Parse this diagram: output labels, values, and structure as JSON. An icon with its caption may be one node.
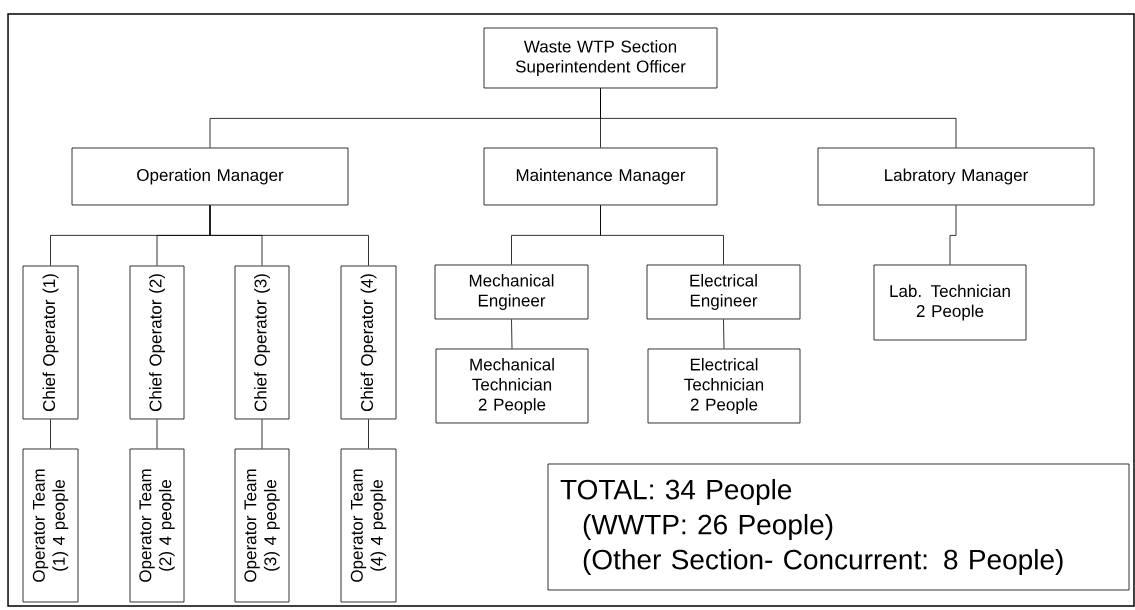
{
  "diagram": {
    "nodes": [
      {
        "text": [
          "Waste WTP Section Superintendent Officer"
        ]
      },
      {
        "text": [
          "Operation Manager"
        ]
      },
      {
        "text": [
          "Maintenance Manager"
        ]
      },
      {
        "text": [
          "Labratory Manager"
        ]
      },
      {
        "text": [
          "Chief Operator (1)"
        ]
      },
      {
        "text": [
          "Chief Operator (2)"
        ]
      },
      {
        "text": [
          "Chief Operator (3)"
        ]
      },
      {
        "text": [
          "Chief Operator (4)"
        ]
      },
      {
        "text": [
          "Mechanical Engineer"
        ]
      },
      {
        "text": [
          "Electrical Engineer"
        ]
      },
      {
        "text": [
          "Lab. Technician 2 People"
        ]
      },
      {
        "text": [
          "Operator Team (1) 4 people"
        ]
      },
      {
        "text": [
          "Operator Team (2) 4 people"
        ]
      },
      {
        "text": [
          "Operator Team (3) 4 people"
        ]
      },
      {
        "text": [
          "Operator Team (4) 4 people"
        ]
      },
      {
        "text": [
          "Mechanical Technician 2 People"
        ]
      },
      {
        "text": [
          "Electrical Technician 2 People"
        ]
      },
      {
        "text": [
          "TOTAL: 34 People",
          "(WWTP: 26 People)",
          "(Other Section- Concurrent: 8 People)"
        ]
      }
    ],
    "edges": [
      {
        "from": 0,
        "to": 1,
        "arrow": "none"
      },
      {
        "from": 0,
        "to": 2,
        "arrow": "none"
      },
      {
        "from": 0,
        "to": 3,
        "arrow": "none"
      },
      {
        "from": 1,
        "to": 4,
        "arrow": "none"
      },
      {
        "from": 1,
        "to": 5,
        "arrow": "none"
      },
      {
        "from": 1,
        "to": 6,
        "arrow": "none"
      },
      {
        "from": 1,
        "to": 7,
        "arrow": "none"
      },
      {
        "from": 2,
        "to": 8,
        "arrow": "none"
      },
      {
        "from": 2,
        "to": 9,
        "arrow": "none"
      },
      {
        "from": 3,
        "to": 10,
        "arrow": "none"
      },
      {
        "from": 4,
        "to": 11,
        "arrow": "none"
      },
      {
        "from": 5,
        "to": 12,
        "arrow": "none"
      },
      {
        "from": 6,
        "to": 13,
        "arrow": "none"
      },
      {
        "from": 7,
        "to": 14,
        "arrow": "none"
      },
      {
        "from": 8,
        "to": 15,
        "arrow": "none"
      },
      {
        "from": 9,
        "to": 16,
        "arrow": "none"
      }
    ]
  }
}
